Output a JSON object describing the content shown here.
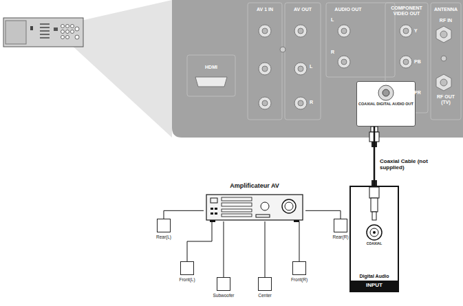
{
  "diagram": {
    "nodes": [
      {
        "text": [
          "COAXIAL DIGITAL AUDIO OUT"
        ]
      },
      {
        "text": [
          "Digital Audio",
          "INPUT"
        ]
      },
      {
        "text": [
          "Amplificateur AV"
        ]
      },
      {
        "text": [
          "Rear(L)"
        ]
      },
      {
        "text": [
          "Front(L)"
        ]
      },
      {
        "text": [
          "Subwoofer"
        ]
      },
      {
        "text": [
          "Center"
        ]
      },
      {
        "text": [
          "Front(R)"
        ]
      },
      {
        "text": [
          "Rear(R)"
        ]
      }
    ],
    "edges": [
      {
        "from": 0,
        "to": 1,
        "arrow": "none",
        "label": "Coaxial Cable (not supplied)"
      },
      {
        "from": 2,
        "to": 3,
        "arrow": "none"
      },
      {
        "from": 2,
        "to": 4,
        "arrow": "none"
      },
      {
        "from": 2,
        "to": 5,
        "arrow": "none"
      },
      {
        "from": 2,
        "to": 6,
        "arrow": "none"
      },
      {
        "from": 2,
        "to": 7,
        "arrow": "none"
      },
      {
        "from": 2,
        "to": 8,
        "arrow": "none"
      }
    ],
    "labels": [
      "HDMI",
      "AV 1 IN",
      "AV OUT",
      "AUDIO OUT",
      "COMPONENT VIDEO OUT",
      "ANTENNA",
      "L",
      "R",
      "L",
      "R",
      "Y",
      "PB",
      "PR",
      "RF IN",
      "RF OUT (TV)",
      "COAXIAL"
    ]
  }
}
